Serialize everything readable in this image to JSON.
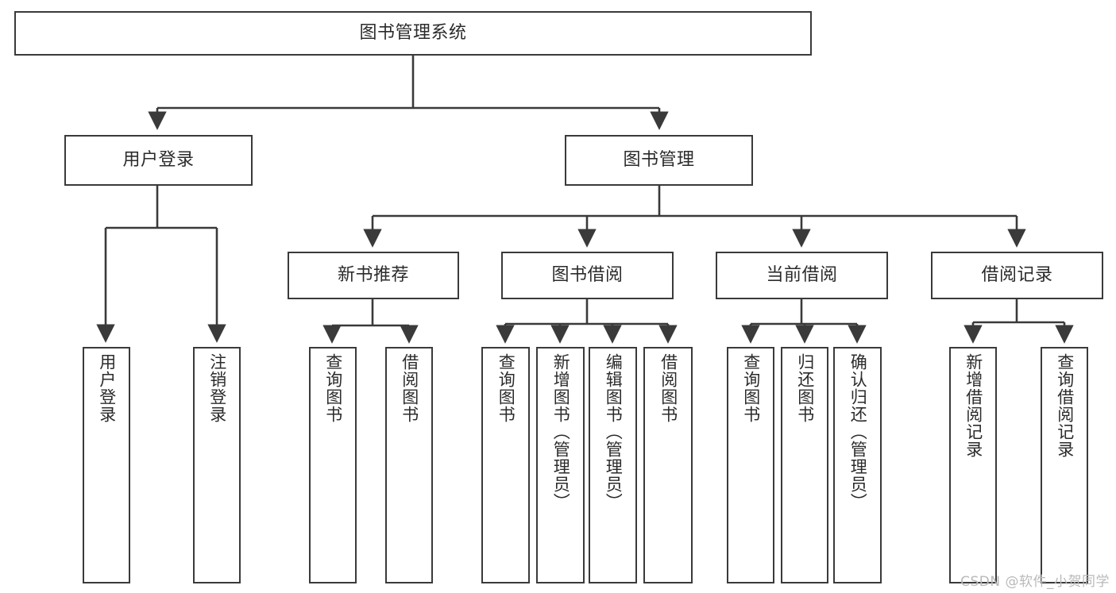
{
  "diagram": {
    "title": "图书管理系统",
    "type": "hierarchy-tree",
    "stroke_color": "#3a3a3a",
    "fill_color": "#ffffff",
    "text_color": "#2b2b2b",
    "nodes": {
      "root": {
        "label": "图书管理系统"
      },
      "user_login": {
        "label": "用户登录"
      },
      "book_manage": {
        "label": "图书管理"
      },
      "new_book_rec": {
        "label": "新书推荐"
      },
      "book_borrow": {
        "label": "图书借阅"
      },
      "current_borrow": {
        "label": "当前借阅"
      },
      "borrow_record": {
        "label": "借阅记录"
      },
      "leaf_user_login": {
        "label": "用户登录"
      },
      "leaf_logout": {
        "label": "注销登录"
      },
      "leaf_query_book_1": {
        "label": "查询图书"
      },
      "leaf_borrow_book_1": {
        "label": "借阅图书"
      },
      "leaf_query_book_2": {
        "label": "查询图书"
      },
      "leaf_add_book": {
        "label": "新增图书（管理员）"
      },
      "leaf_edit_book": {
        "label": "编辑图书（管理员）"
      },
      "leaf_borrow_book_2": {
        "label": "借阅图书"
      },
      "leaf_query_book_3": {
        "label": "查询图书"
      },
      "leaf_return_book": {
        "label": "归还图书"
      },
      "leaf_confirm_return": {
        "label": "确认归还（管理员）"
      },
      "leaf_add_record": {
        "label": "新增借阅记录"
      },
      "leaf_query_record": {
        "label": "查询借阅记录"
      }
    }
  },
  "watermark": {
    "text": "CSDN @软件_小贺同学"
  }
}
